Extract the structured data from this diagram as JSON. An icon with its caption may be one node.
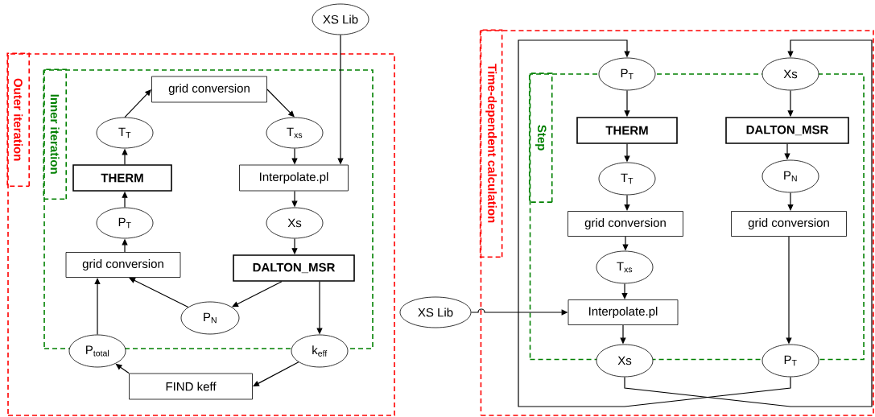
{
  "diagram": {
    "nodes": [
      {
        "text": [
          "XS Lib"
        ]
      },
      {
        "text": [
          "Outer iteration"
        ]
      },
      {
        "text": [
          "Inner iteration"
        ],
        "in": 1
      },
      {
        "text": [
          "grid conversion"
        ],
        "in": 2
      },
      {
        "text": [
          "T$_{T}$"
        ],
        "in": 2
      },
      {
        "text": [
          "T$_{xs}$"
        ],
        "in": 2
      },
      {
        "text": [
          "THERM"
        ],
        "in": 2
      },
      {
        "text": [
          "Interpolate.pl"
        ],
        "in": 2
      },
      {
        "text": [
          "P$_{T}$"
        ],
        "in": 2
      },
      {
        "text": [
          "Xs"
        ],
        "in": 2
      },
      {
        "text": [
          "grid conversion"
        ],
        "in": 2
      },
      {
        "text": [
          "DALTON_MSR"
        ],
        "in": 2
      },
      {
        "text": [
          "P$_{N}$"
        ],
        "in": 2
      },
      {
        "text": [
          "P$_{total}$"
        ],
        "in": 1
      },
      {
        "text": [
          "k$_{eff}$"
        ],
        "in": 1
      },
      {
        "text": [
          "FIND keff"
        ],
        "in": 1
      },
      {
        "text": [
          "Time-dependent calculation"
        ]
      },
      {
        "text": [
          "Step"
        ],
        "in": 16
      },
      {
        "text": [
          "P$_{T}$"
        ],
        "in": 16
      },
      {
        "text": [
          "Xs"
        ],
        "in": 16
      },
      {
        "text": [
          "THERM"
        ],
        "in": 17
      },
      {
        "text": [
          "DALTON_MSR"
        ],
        "in": 17
      },
      {
        "text": [
          "T$_{T}$"
        ],
        "in": 17
      },
      {
        "text": [
          "P$_{N}$"
        ],
        "in": 17
      },
      {
        "text": [
          "grid conversion"
        ],
        "in": 17
      },
      {
        "text": [
          "grid conversion"
        ],
        "in": 17
      },
      {
        "text": [
          "T$_{xs}$"
        ],
        "in": 17
      },
      {
        "text": [
          "XS Lib"
        ]
      },
      {
        "text": [
          "Interpolate.pl"
        ],
        "in": 17
      },
      {
        "text": [
          "Xs"
        ],
        "in": 16
      },
      {
        "text": [
          "P$_{T}$"
        ],
        "in": 16
      }
    ],
    "edges": [
      {
        "from": 0,
        "to": 7,
        "arrow": "to"
      },
      {
        "from": 6,
        "to": 4,
        "arrow": "to"
      },
      {
        "from": 4,
        "to": 3,
        "arrow": "to"
      },
      {
        "from": 3,
        "to": 5,
        "arrow": "to"
      },
      {
        "from": 5,
        "to": 7,
        "arrow": "to"
      },
      {
        "from": 7,
        "to": 9,
        "arrow": "to"
      },
      {
        "from": 9,
        "to": 11,
        "arrow": "to"
      },
      {
        "from": 11,
        "to": 12,
        "arrow": "to"
      },
      {
        "from": 11,
        "to": 14,
        "arrow": "to"
      },
      {
        "from": 12,
        "to": 10,
        "arrow": "to"
      },
      {
        "from": 13,
        "to": 10,
        "arrow": "to"
      },
      {
        "from": 10,
        "to": 8,
        "arrow": "to"
      },
      {
        "from": 8,
        "to": 6,
        "arrow": "to"
      },
      {
        "from": 14,
        "to": 15,
        "arrow": "to"
      },
      {
        "from": 15,
        "to": 13,
        "arrow": "to"
      },
      {
        "from": 18,
        "to": 20,
        "arrow": "to"
      },
      {
        "from": 20,
        "to": 22,
        "arrow": "to"
      },
      {
        "from": 22,
        "to": 24,
        "arrow": "to"
      },
      {
        "from": 24,
        "to": 26,
        "arrow": "to"
      },
      {
        "from": 26,
        "to": 28,
        "arrow": "to"
      },
      {
        "from": 27,
        "to": 28,
        "arrow": "to"
      },
      {
        "from": 28,
        "to": 29,
        "arrow": "to"
      },
      {
        "from": 19,
        "to": 21,
        "arrow": "to"
      },
      {
        "from": 21,
        "to": 23,
        "arrow": "to"
      },
      {
        "from": 23,
        "to": 25,
        "arrow": "to"
      },
      {
        "from": 25,
        "to": 30,
        "arrow": "to"
      },
      {
        "from": 29,
        "to": 19,
        "arrow": "to"
      },
      {
        "from": 30,
        "to": 18,
        "arrow": "to"
      }
    ]
  }
}
